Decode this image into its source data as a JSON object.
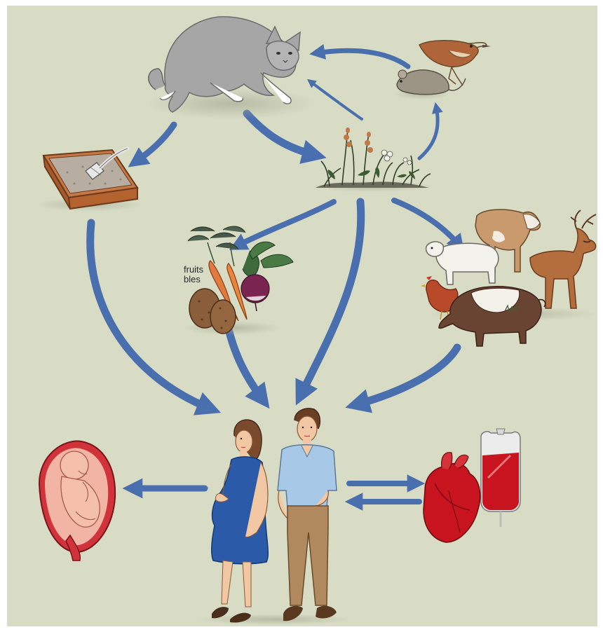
{
  "diagram": {
    "nodes": {
      "cat": {
        "icon": "cat-icon"
      },
      "bird_mouse": {
        "icon": "bird-and-mouse-icon"
      },
      "soil_plants": {
        "icon": "soil-plants-icon"
      },
      "litter_box": {
        "icon": "litter-box-icon"
      },
      "produce": {
        "icon": "fruits-vegetables-icon",
        "labels": [
          "fruits",
          "bles"
        ]
      },
      "livestock": {
        "icon": "livestock-icon"
      },
      "humans": {
        "icon": "pregnant-woman-and-man-icon"
      },
      "fetus": {
        "icon": "fetus-in-womb-icon"
      },
      "transplant": {
        "icon": "heart-and-blood-bag-icon"
      }
    },
    "edges": [
      {
        "from": "bird_mouse",
        "to": "cat"
      },
      {
        "from": "soil_plants",
        "to": "cat"
      },
      {
        "from": "soil_plants",
        "to": "bird_mouse"
      },
      {
        "from": "cat",
        "to": "litter_box"
      },
      {
        "from": "cat",
        "to": "soil_plants"
      },
      {
        "from": "soil_plants",
        "to": "produce"
      },
      {
        "from": "soil_plants",
        "to": "humans"
      },
      {
        "from": "soil_plants",
        "to": "livestock"
      },
      {
        "from": "litter_box",
        "to": "humans"
      },
      {
        "from": "produce",
        "to": "humans"
      },
      {
        "from": "livestock",
        "to": "humans"
      },
      {
        "from": "humans",
        "to": "fetus"
      },
      {
        "from": "humans",
        "to": "transplant"
      },
      {
        "from": "transplant",
        "to": "humans"
      }
    ],
    "colors": {
      "background": "#d8dcc4",
      "arrow": "#4a6fae",
      "cat_fur": "#a6a6a6",
      "dress": "#2a5aa8",
      "shirt": "#a8c8e8",
      "trousers": "#b08a5e",
      "organ_red": "#c8141e"
    }
  }
}
